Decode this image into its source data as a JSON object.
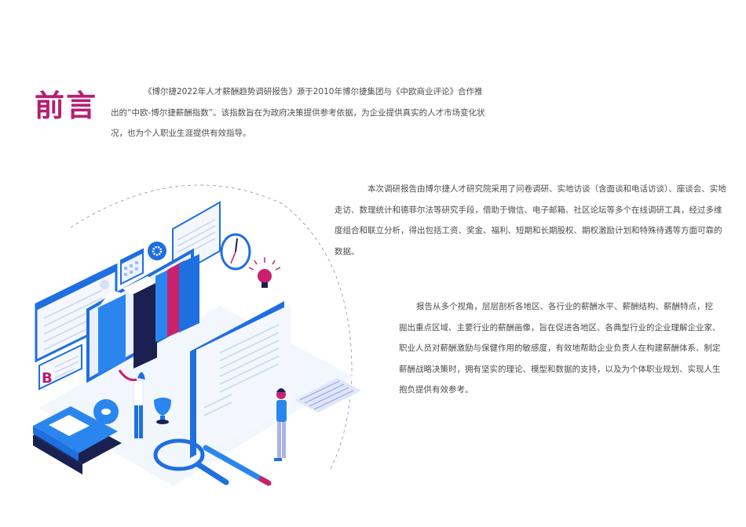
{
  "page": {
    "title": "前言",
    "paragraphs": [
      "《博尔捷2022年人才薪酬趋势调研报告》源于2010年博尔捷集团与《中欧商业评论》合作推出的“中欧-博尔捷薪酬指数”。该指数旨在为政府决策提供参考依据，为企业提供真实的人才市场变化状况，也为个人职业生涯提供有效指导。",
      "本次调研报告由博尔捷人才研究院采用了问卷调研、实地访谈（含面谈和电话访谈）、座谈会、实地走访、数理统计和德菲尔法等研究手段，借助于微信、电子邮箱、社区论坛等多个在线调研工具，经过多维度组合和联立分析，得出包括工资、奖金、福利、短期和长期股权、期权激励计划和特殊待遇等方面可靠的数据。",
      "报告从多个视角，层层剖析各地区、各行业的薪酬水平、薪酬结构、薪酬特点，挖掘出重点区域、主要行业的薪酬画像，旨在促进各地区、各典型行业的企业理解企业家、职业人员对薪酬激励与保健作用的敏感度，有效地帮助企业负责人在构建薪酬体系、制定薪酬战略决策时，拥有坚实的理论、模型和数据的支持，以及为个体职业规划、实现人生抱负提供有效参考。"
    ]
  },
  "illustration": {
    "badge_letter": "B",
    "colors": {
      "accent": "#b51f72",
      "primary_blue": "#1e6fe0",
      "dark_navy": "#1a2150",
      "light_blue": "#cfe0fb"
    }
  }
}
